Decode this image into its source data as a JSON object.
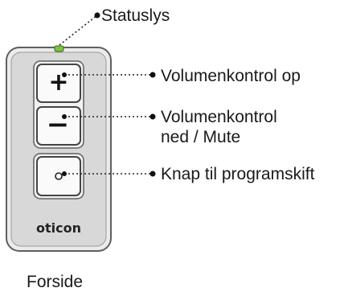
{
  "labels": {
    "status_light": "Statuslys",
    "volume_up": "Volumenkontrol op",
    "volume_down_line1": "Volumenkontrol",
    "volume_down_line2": "ned / Mute",
    "program_button": "Knap til programskift",
    "caption": "Forside"
  },
  "device": {
    "brand": "oticon",
    "plus_symbol": "+",
    "minus_symbol": "−",
    "status_light_color": "#7dc242",
    "body_color": "#d8d8d8",
    "body_outline_color": "#5f5f5f"
  },
  "icons": {
    "status_light": "status-led-icon",
    "program": "program-switch-icon"
  }
}
